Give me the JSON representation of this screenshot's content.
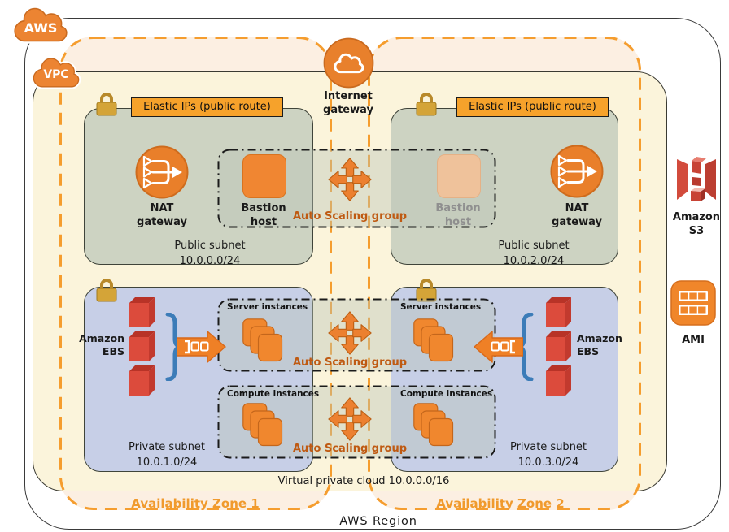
{
  "badges": {
    "aws": "AWS",
    "vpc": "VPC"
  },
  "region": {
    "label": "AWS Region"
  },
  "vpc": {
    "caption": "Virtual private cloud 10.0.0.0/16"
  },
  "azs": [
    {
      "label": "Availability Zone 1"
    },
    {
      "label": "Availability Zone 2"
    }
  ],
  "igw": {
    "line1": "Internet",
    "line2": "gateway"
  },
  "banner": {
    "label": "Elastic IPs (public route)"
  },
  "nat": {
    "line1": "NAT",
    "line2": "gateway"
  },
  "bastion": {
    "line1": "Bastion",
    "line2": "host"
  },
  "autoscaling": {
    "label": "Auto Scaling group"
  },
  "instances": {
    "server": "Server instances",
    "compute": "Compute instances"
  },
  "ebs": {
    "line1": "Amazon",
    "line2": "EBS"
  },
  "subnets": {
    "public1": {
      "name": "Public subnet",
      "cidr": "10.0.0.0/24"
    },
    "public2": {
      "name": "Public subnet",
      "cidr": "10.0.2.0/24"
    },
    "private1": {
      "name": "Private subnet",
      "cidr": "10.0.1.0/24"
    },
    "private2": {
      "name": "Private subnet",
      "cidr": "10.0.3.0/24"
    }
  },
  "services": {
    "s3_line1": "Amazon",
    "s3_line2": "S3",
    "ami": "AMI"
  },
  "colors": {
    "icon_orange": "#ec8030",
    "icon_orange_dark": "#c96a1f",
    "az_dash": "#f59d2e",
    "az_label": "#f09a2d",
    "as_label_text": "#bf5a12",
    "vpc_fill": "#fbf4db",
    "az_fill": "#fcefe2",
    "public_subnet_fill": "#cdd3c2",
    "private_subnet_fill": "#c7cfe7",
    "subnet_border": "#3f443a",
    "ebs_red": "#dc4b3c",
    "brace_blue": "#3c7cb8",
    "lock_gold": "#d4a438",
    "banner_orange": "#f6a22b",
    "faded_bastion": "#efc29b"
  }
}
